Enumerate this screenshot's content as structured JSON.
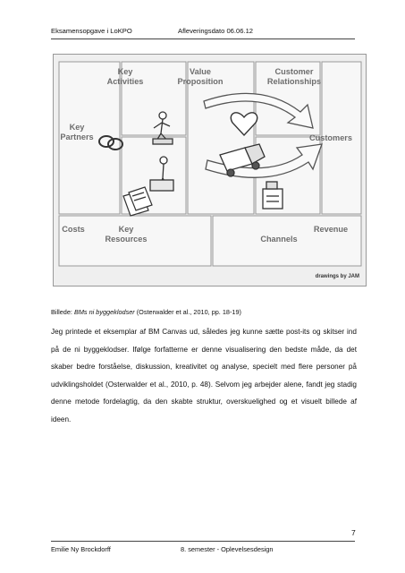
{
  "header": {
    "left": "Eksamensopgave i LoKPO",
    "right": "Afleveringsdato 06.06.12"
  },
  "figure": {
    "blocks": {
      "key_activities_1": "Key",
      "key_activities_2": "Activities",
      "value_proposition_1": "Value",
      "value_proposition_2": "Proposition",
      "customer_relationships_1": "Customer",
      "customer_relationships_2": "Relationships",
      "key_partners_1": "Key",
      "key_partners_2": "Partners",
      "customers": "Customers",
      "costs": "Costs",
      "key_resources_1": "Key",
      "key_resources_2": "Resources",
      "channels": "Channels",
      "revenue": "Revenue"
    },
    "credit": "drawings by JAM"
  },
  "caption": {
    "prefix": "Billede: ",
    "title": "BMs ni byggeklodser ",
    "source": "(Osterwalder et al., 2010, pp. 18-19)"
  },
  "body": {
    "paragraph": "Jeg printede et eksemplar af BM Canvas ud, således jeg kunne sætte post-its og skitser ind på de ni byggeklodser. Ifølge forfatterne er denne visualisering den bedste måde, da det skaber bedre forståelse, diskussion, kreativitet og analyse, specielt med flere personer på udviklingsholdet (Osterwalder et al., 2010, p. 48). Selvom jeg arbejder alene, fandt jeg stadig denne metode fordelagtig, da den skabte struktur, overskuelighed og et visuelt billede af ideen."
  },
  "page_number": "7",
  "footer": {
    "left": "Emilie Ny Brockdorff",
    "right": "8. semester - Oplevelsesdesign"
  }
}
